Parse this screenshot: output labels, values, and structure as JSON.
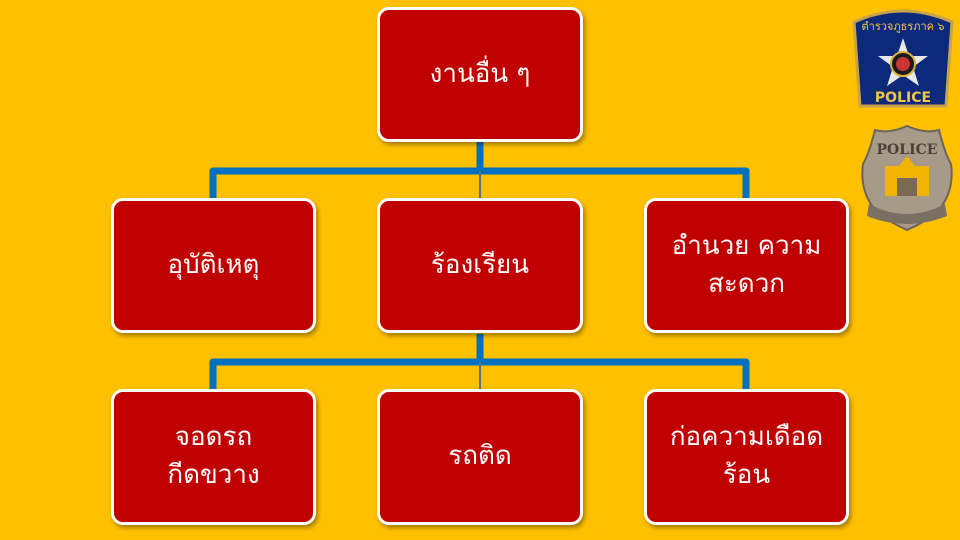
{
  "diagram": {
    "root": "งานอื่น ๆ",
    "level2": [
      "อุบัติเหตุ",
      "ร้องเรียน",
      "อำนวย ความสะดวก"
    ],
    "level3": [
      "จอดรถ    กีดขวาง",
      "รถติด",
      "ก่อความเดือดร้อน"
    ]
  },
  "logos": {
    "regional_police_badge": {
      "top_text": "ตำรวจภูธรภาค ๖",
      "bottom_text": "POLICE"
    },
    "station_badge": {
      "top_text": "POLICE"
    }
  },
  "colors": {
    "background": "#FFC000",
    "box": "#C00000",
    "connector": "#0070C0"
  }
}
